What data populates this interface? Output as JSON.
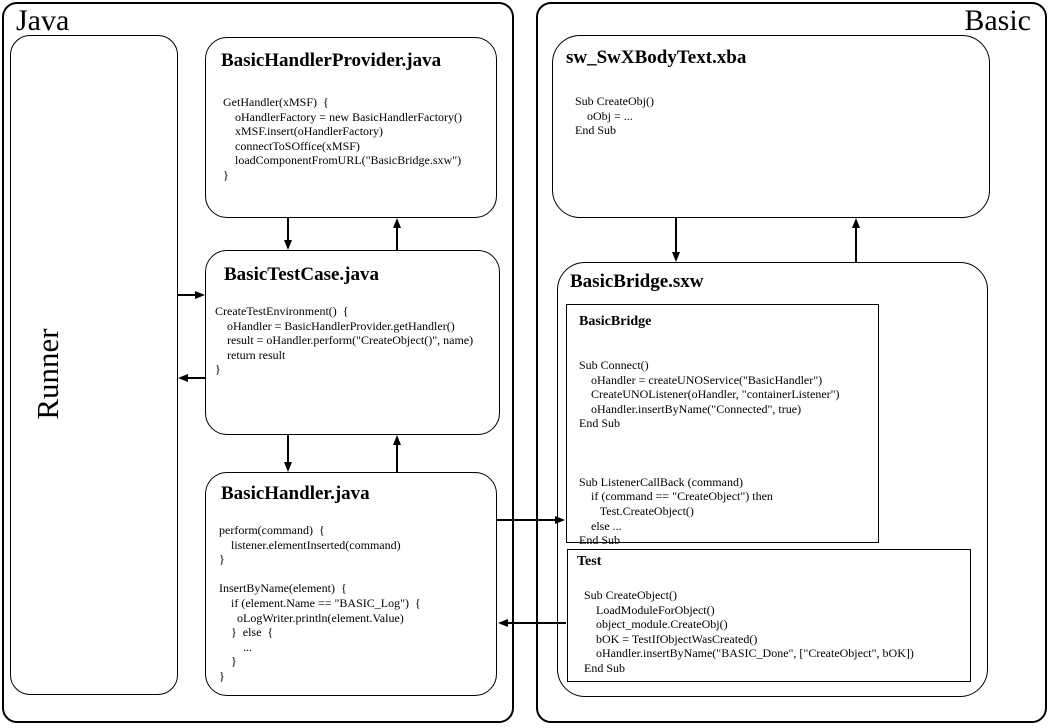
{
  "diagram": {
    "left_region": {
      "title": "Java",
      "runner": {
        "label": "Runner"
      },
      "provider": {
        "title": "BasicHandlerProvider.java",
        "code": "GetHandler(xMSF)  {\n    oHandlerFactory = new BasicHandlerFactory()\n    xMSF.insert(oHandlerFactory)\n    connectToSOffice(xMSF)\n    loadComponentFromURL(\"BasicBridge.sxw\")\n}"
      },
      "testcase": {
        "title": "BasicTestCase.java",
        "code": "CreateTestEnvironment()  {\n    oHandler = BasicHandlerProvider.getHandler()\n    result = oHandler.perform(\"CreateObject()\", name)\n    return result\n}"
      },
      "handler": {
        "title": "BasicHandler.java",
        "code": "perform(command)  {\n    listener.elementInserted(command)\n}\n\nInsertByName(element)  {\n    if (element.Name == \"BASIC_Log\")  {\n      oLogWriter.println(element.Value)\n    }  else  {\n        ...\n    }\n}"
      }
    },
    "right_region": {
      "title": "Basic",
      "bodytext": {
        "title": "sw_SwXBodyText.xba",
        "code": "Sub CreateObj()\n    oObj = ...\nEnd Sub"
      },
      "bridge_doc": {
        "title": "BasicBridge.sxw",
        "bridge_module": {
          "title": "BasicBridge",
          "code": "Sub Connect()\n    oHandler = createUNOService(\"BasicHandler\")\n    CreateUNOListener(oHandler, \"containerListener\")\n    oHandler.insertByName(\"Connected\", true)\nEnd Sub\n\n\n\nSub ListenerCallBack (command)\n    if (command == \"CreateObject\") then\n       Test.CreateObject()\n    else ...\nEnd Sub"
        },
        "test_module": {
          "title": "Test",
          "code": "Sub CreateObject()\n    LoadModuleForObject()\n    object_module.CreateObj()\n    bOK = TestIfObjectWasCreated()\n    oHandler.insertByName(\"BASIC_Done\", [\"CreateObject\", bOK])\nEnd Sub"
        }
      }
    },
    "colors": {
      "border": "#000000",
      "background": "#ffffff"
    }
  }
}
